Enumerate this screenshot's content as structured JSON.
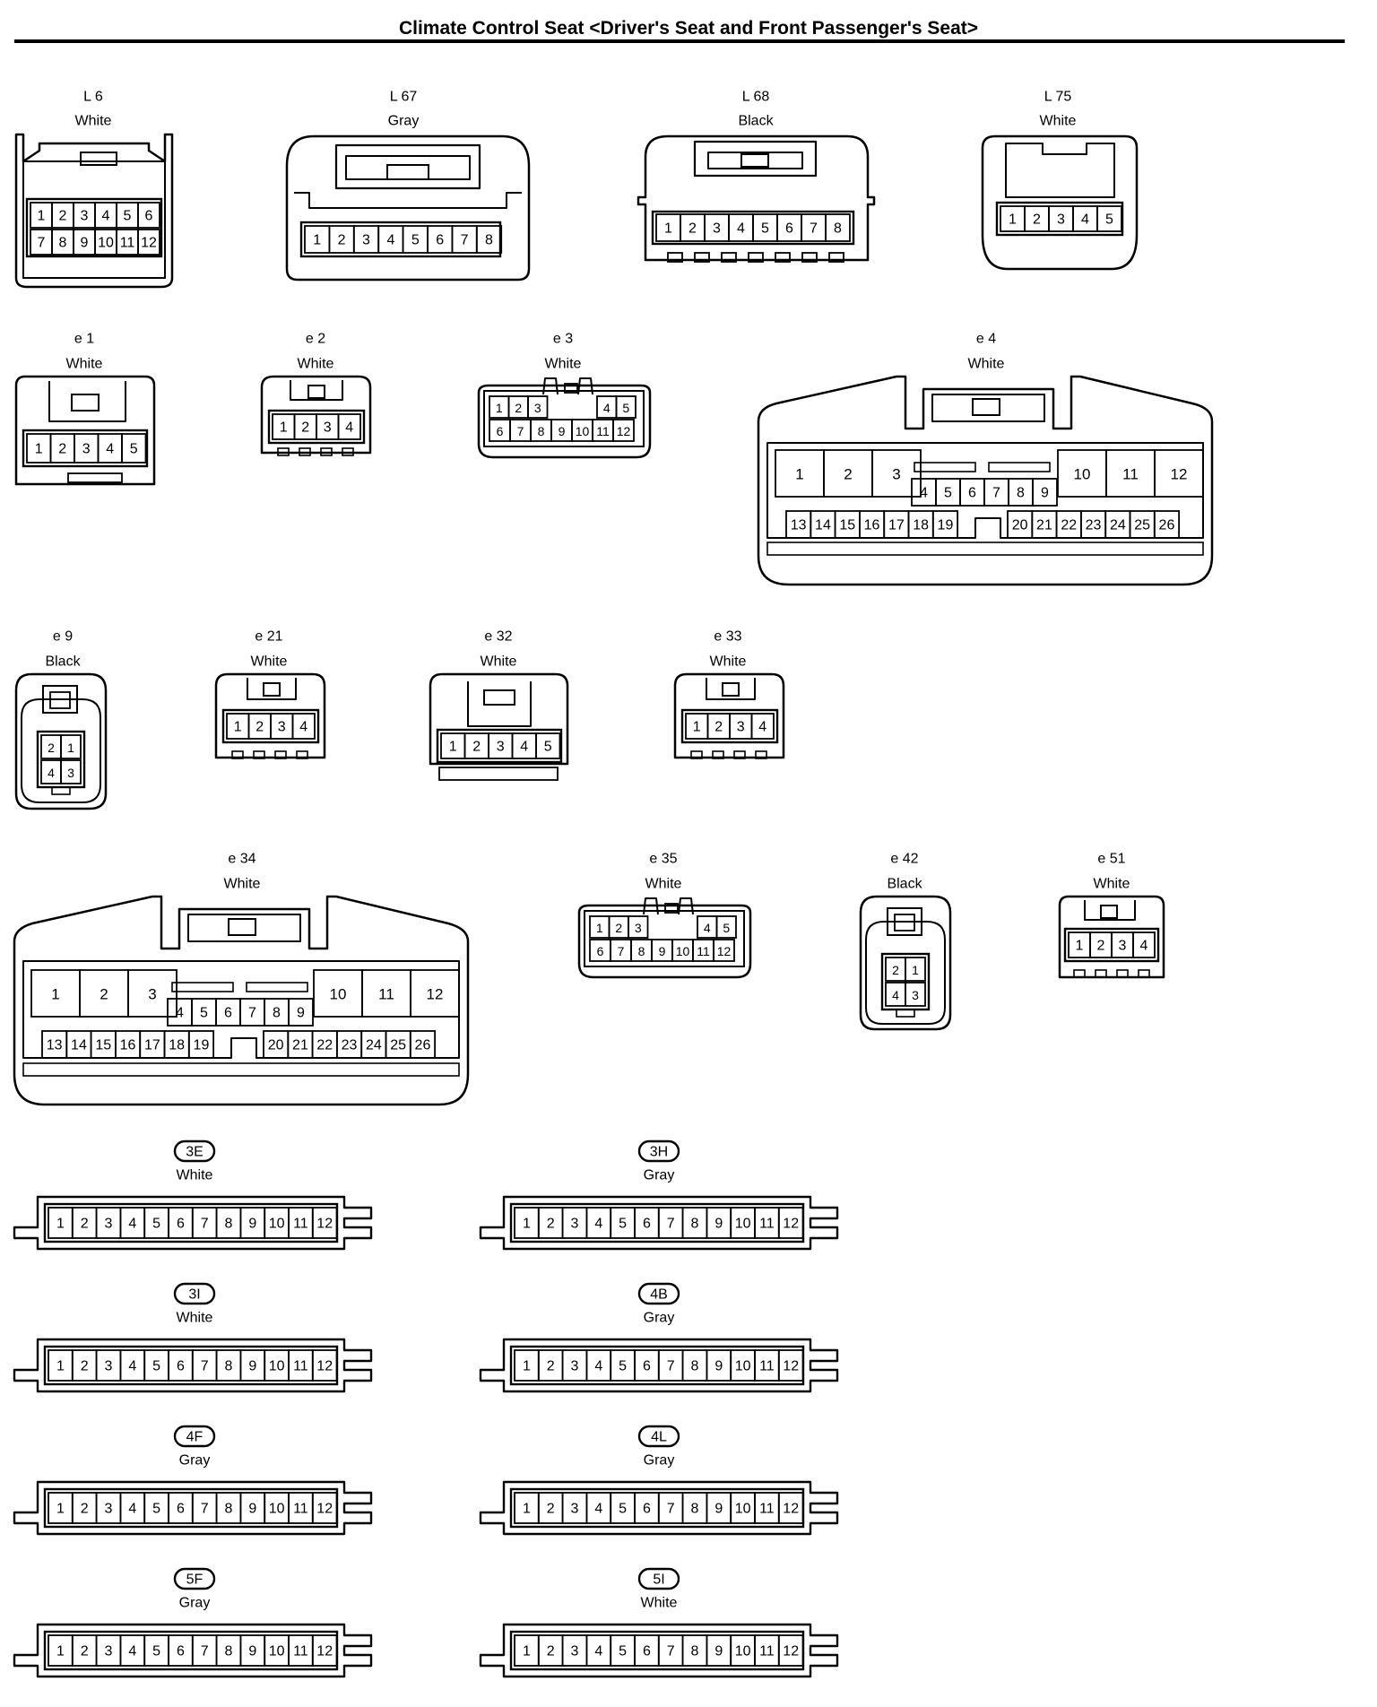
{
  "title": "Climate Control Seat <Driver's Seat and Front Passenger's Seat>",
  "connectors": [
    {
      "id": "L6",
      "code": "L 6",
      "color": "White",
      "pins": [
        "1",
        "2",
        "3",
        "4",
        "5",
        "6",
        "7",
        "8",
        "9",
        "10",
        "11",
        "12"
      ]
    },
    {
      "id": "L67",
      "code": "L 67",
      "color": "Gray",
      "pins": [
        "1",
        "2",
        "3",
        "4",
        "5",
        "6",
        "7",
        "8"
      ]
    },
    {
      "id": "L68",
      "code": "L 68",
      "color": "Black",
      "pins": [
        "1",
        "2",
        "3",
        "4",
        "5",
        "6",
        "7",
        "8"
      ]
    },
    {
      "id": "L75",
      "code": "L 75",
      "color": "White",
      "pins": [
        "1",
        "2",
        "3",
        "4",
        "5"
      ]
    },
    {
      "id": "e1",
      "code": "e 1",
      "color": "White",
      "pins": [
        "1",
        "2",
        "3",
        "4",
        "5"
      ]
    },
    {
      "id": "e2",
      "code": "e 2",
      "color": "White",
      "pins": [
        "1",
        "2",
        "3",
        "4"
      ]
    },
    {
      "id": "e3",
      "code": "e 3",
      "color": "White",
      "pins": [
        "1",
        "2",
        "3",
        "4",
        "5",
        "6",
        "7",
        "8",
        "9",
        "10",
        "11",
        "12"
      ]
    },
    {
      "id": "e4",
      "code": "e 4",
      "color": "White",
      "pins": [
        "1",
        "2",
        "3",
        "4",
        "5",
        "6",
        "7",
        "8",
        "9",
        "10",
        "11",
        "12",
        "13",
        "14",
        "15",
        "16",
        "17",
        "18",
        "19",
        "20",
        "21",
        "22",
        "23",
        "24",
        "25",
        "26"
      ]
    },
    {
      "id": "e9",
      "code": "e 9",
      "color": "Black",
      "pins": [
        "1",
        "2",
        "3",
        "4"
      ]
    },
    {
      "id": "e21",
      "code": "e 21",
      "color": "White",
      "pins": [
        "1",
        "2",
        "3",
        "4"
      ]
    },
    {
      "id": "e32",
      "code": "e 32",
      "color": "White",
      "pins": [
        "1",
        "2",
        "3",
        "4",
        "5"
      ]
    },
    {
      "id": "e33",
      "code": "e 33",
      "color": "White",
      "pins": [
        "1",
        "2",
        "3",
        "4"
      ]
    },
    {
      "id": "e34",
      "code": "e 34",
      "color": "White",
      "pins": [
        "1",
        "2",
        "3",
        "4",
        "5",
        "6",
        "7",
        "8",
        "9",
        "10",
        "11",
        "12",
        "13",
        "14",
        "15",
        "16",
        "17",
        "18",
        "19",
        "20",
        "21",
        "22",
        "23",
        "24",
        "25",
        "26"
      ]
    },
    {
      "id": "e35",
      "code": "e 35",
      "color": "White",
      "pins": [
        "1",
        "2",
        "3",
        "4",
        "5",
        "6",
        "7",
        "8",
        "9",
        "10",
        "11",
        "12"
      ]
    },
    {
      "id": "e42",
      "code": "e 42",
      "color": "Black",
      "pins": [
        "1",
        "2",
        "3",
        "4"
      ]
    },
    {
      "id": "e51",
      "code": "e 51",
      "color": "White",
      "pins": [
        "1",
        "2",
        "3",
        "4"
      ]
    },
    {
      "id": "3E",
      "code": "3E",
      "color": "White",
      "pins": [
        "1",
        "2",
        "3",
        "4",
        "5",
        "6",
        "7",
        "8",
        "9",
        "10",
        "11",
        "12"
      ]
    },
    {
      "id": "3H",
      "code": "3H",
      "color": "Gray",
      "pins": [
        "1",
        "2",
        "3",
        "4",
        "5",
        "6",
        "7",
        "8",
        "9",
        "10",
        "11",
        "12"
      ]
    },
    {
      "id": "3I",
      "code": "3I",
      "color": "White",
      "pins": [
        "1",
        "2",
        "3",
        "4",
        "5",
        "6",
        "7",
        "8",
        "9",
        "10",
        "11",
        "12"
      ]
    },
    {
      "id": "4B",
      "code": "4B",
      "color": "Gray",
      "pins": [
        "1",
        "2",
        "3",
        "4",
        "5",
        "6",
        "7",
        "8",
        "9",
        "10",
        "11",
        "12"
      ]
    },
    {
      "id": "4F",
      "code": "4F",
      "color": "Gray",
      "pins": [
        "1",
        "2",
        "3",
        "4",
        "5",
        "6",
        "7",
        "8",
        "9",
        "10",
        "11",
        "12"
      ]
    },
    {
      "id": "4L",
      "code": "4L",
      "color": "Gray",
      "pins": [
        "1",
        "2",
        "3",
        "4",
        "5",
        "6",
        "7",
        "8",
        "9",
        "10",
        "11",
        "12"
      ]
    },
    {
      "id": "5F",
      "code": "5F",
      "color": "Gray",
      "pins": [
        "1",
        "2",
        "3",
        "4",
        "5",
        "6",
        "7",
        "8",
        "9",
        "10",
        "11",
        "12"
      ]
    },
    {
      "id": "5I",
      "code": "5I",
      "color": "White",
      "pins": [
        "1",
        "2",
        "3",
        "4",
        "5",
        "6",
        "7",
        "8",
        "9",
        "10",
        "11",
        "12"
      ]
    }
  ]
}
